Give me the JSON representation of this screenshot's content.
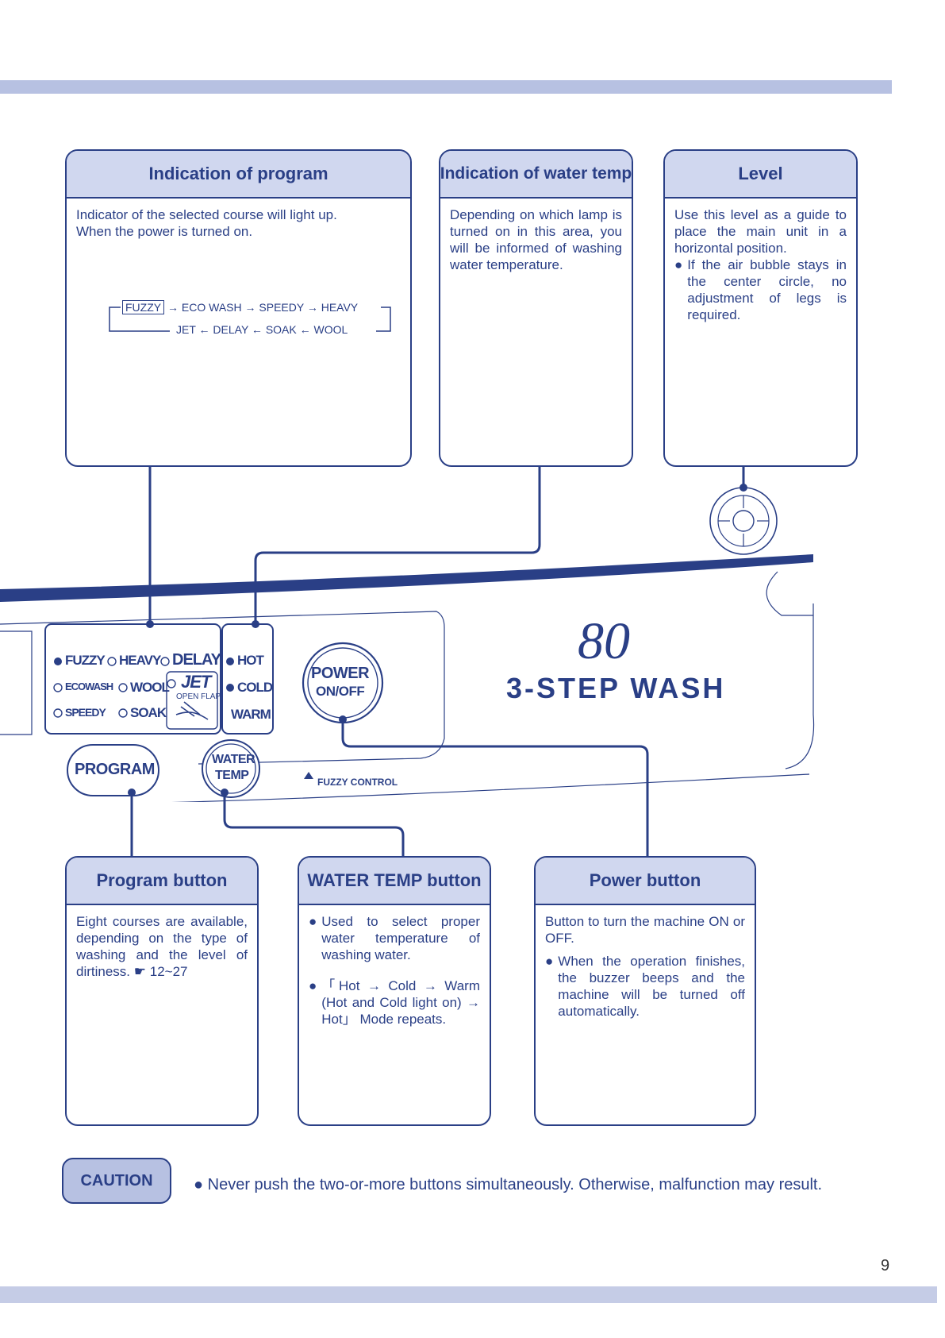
{
  "boxes": {
    "program_ind": {
      "title": "Indication of program",
      "line1": "Indicator of the selected course will light up.",
      "line2": "When the power is turned on.",
      "flow_row1": [
        "FUZZY",
        "ECO WASH",
        "SPEEDY",
        "HEAVY"
      ],
      "flow_row2": [
        "JET",
        "DELAY",
        "SOAK",
        "WOOL"
      ]
    },
    "water_ind": {
      "title": "Indication of water temp",
      "text": "Depending on which lamp is turned on in this area, you will be informed of washing water temperature."
    },
    "level": {
      "title": "Level",
      "text": "Use this level as a guide to place the main unit in a horizontal position.",
      "bullet": "If the air bubble stays in the center circle, no adjustment of legs is required."
    },
    "program_btn": {
      "title": "Program button",
      "text": "Eight courses are available, depending on the type of washing and the level of dirtiness.",
      "ref": "12~27"
    },
    "water_btn": {
      "title": "WATER TEMP button",
      "bullet1": "Used to select proper water temperature of washing water.",
      "bullet2": "「Hot → Cold → Warm (Hot and Cold light on) → Hot」 Mode repeats."
    },
    "power_btn": {
      "title": "Power button",
      "text": "Button to turn the machine ON or OFF.",
      "bullet": "When the operation finishes, the buzzer beeps and the machine will be turned off automatically."
    }
  },
  "panel": {
    "courses": [
      "FUZZY",
      "HEAVY",
      "DELAY",
      "ECOWASH",
      "WOOL",
      "SPEEDY",
      "SOAK"
    ],
    "jet": "JET",
    "jet_sub": "OPEN FLAP",
    "temps": [
      "HOT",
      "COLD",
      "WARM"
    ],
    "power_line1": "POWER",
    "power_line2": "ON/OFF",
    "program": "PROGRAM",
    "water_line1": "WATER",
    "water_line2": "TEMP",
    "fuzzy_control": "FUZZY CONTROL",
    "model_number": "80",
    "model_name": "3-STEP WASH"
  },
  "caution": {
    "label": "CAUTION",
    "text": "Never push the two-or-more buttons simultaneously. Otherwise, malfunction may result."
  },
  "page_number": "9",
  "colors": {
    "ink": "#2a3f86",
    "header_fill": "#d0d7ef",
    "bar": "#b7c1e2"
  }
}
